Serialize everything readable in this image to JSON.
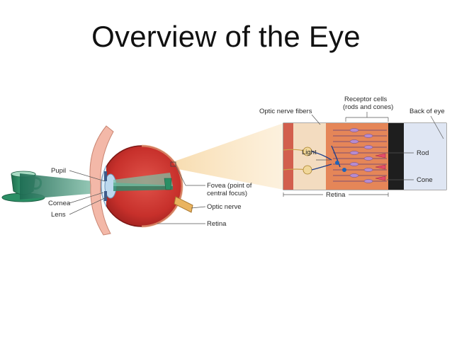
{
  "slide": {
    "title": "Overview of the Eye"
  },
  "labels": {
    "pupil": "Pupil",
    "cornea": "Cornea",
    "lens": "Lens",
    "fovea_line1": "Fovea (point of",
    "fovea_line2": "central focus)",
    "optic_nerve": "Optic nerve",
    "retina_eye": "Retina",
    "optic_nerve_fibers": "Optic nerve fibers",
    "receptor_line1": "Receptor cells",
    "receptor_line2": "(rods and cones)",
    "back_of_eye": "Back of eye",
    "light": "Light",
    "rod": "Rod",
    "cone": "Cone",
    "retina_detail": "Retina"
  },
  "colors": {
    "cup": "#2f8a63",
    "eye_red": "#c9302c",
    "light_beam": "#f4c98a",
    "retina_band": "#e07a4a",
    "back_of_eye": "#1c1c1c",
    "back_panel": "#dfe6f2"
  }
}
